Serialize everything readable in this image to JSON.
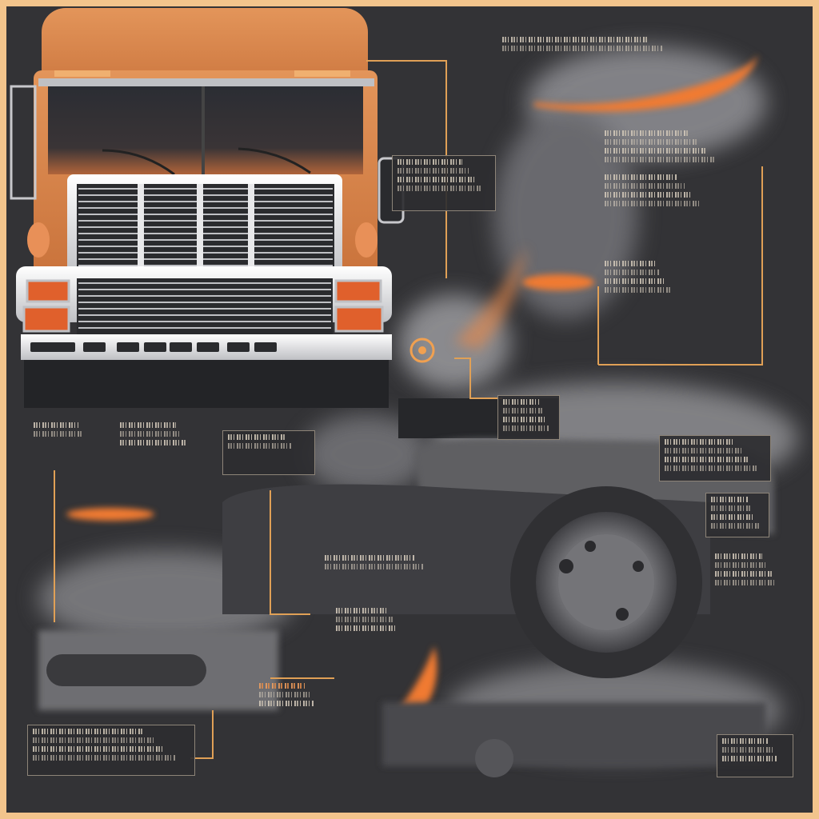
{
  "colors": {
    "frame": "#f2c48c",
    "background": "#333336",
    "cab": "#d9834a",
    "chrome": "#e8e8ea",
    "grille": "#2a2b2e",
    "lamp": "#e0602c",
    "smoke": "#b8b8bc",
    "flame": "#f07a30",
    "leader_line": "#e0a056"
  },
  "icons": [
    "truck-illustration",
    "grille",
    "headlight",
    "wheel",
    "smoke-plume",
    "flame"
  ],
  "callouts": [
    {
      "name": "callout-top-banner",
      "lines": 2,
      "style": "plain"
    },
    {
      "name": "callout-upper-mid",
      "lines": 4,
      "style": "box"
    },
    {
      "name": "callout-right-1",
      "lines": 4,
      "style": "plain"
    },
    {
      "name": "callout-right-2",
      "lines": 4,
      "style": "plain"
    },
    {
      "name": "callout-right-3",
      "lines": 4,
      "style": "plain"
    },
    {
      "name": "callout-center",
      "lines": 4,
      "style": "box"
    },
    {
      "name": "callout-left-1",
      "lines": 2,
      "style": "plain"
    },
    {
      "name": "callout-left-2",
      "lines": 3,
      "style": "plain"
    },
    {
      "name": "callout-left-box",
      "lines": 2,
      "style": "box"
    },
    {
      "name": "callout-right-box",
      "lines": 4,
      "style": "box"
    },
    {
      "name": "callout-wheel-1",
      "lines": 4,
      "style": "box"
    },
    {
      "name": "callout-mid-low",
      "lines": 2,
      "style": "plain"
    },
    {
      "name": "callout-wheel-2",
      "lines": 4,
      "style": "plain"
    },
    {
      "name": "callout-low-mid",
      "lines": 3,
      "style": "plain"
    },
    {
      "name": "callout-flame",
      "lines": 3,
      "style": "plain"
    },
    {
      "name": "callout-bottom-left",
      "lines": 4,
      "style": "box"
    },
    {
      "name": "callout-bottom-right",
      "lines": 3,
      "style": "box"
    }
  ]
}
